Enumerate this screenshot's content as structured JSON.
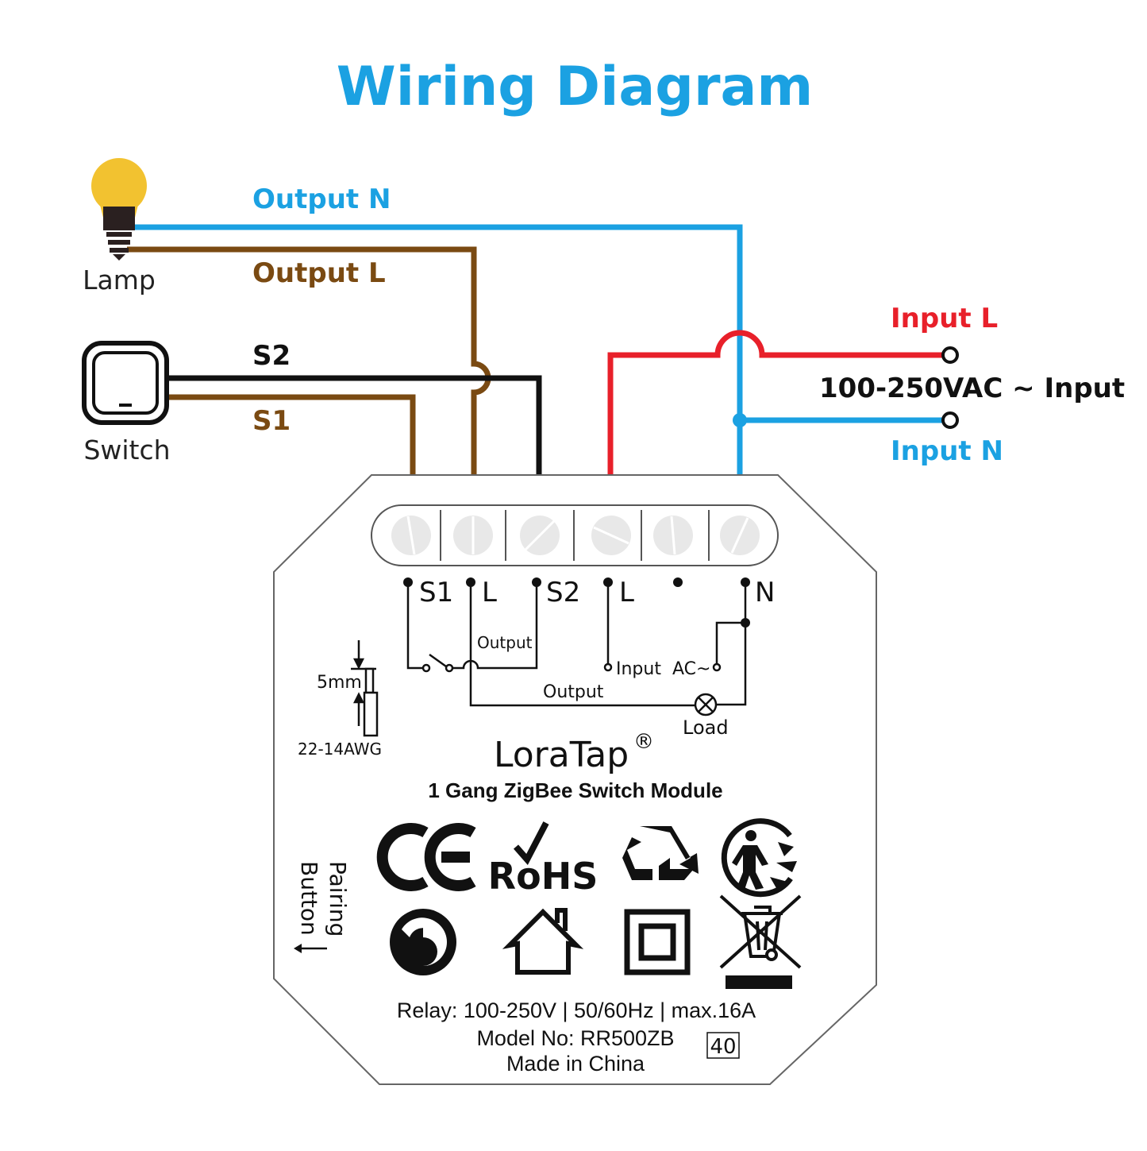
{
  "title": "Wiring Diagram",
  "wires": {
    "output_n": "Output N",
    "output_l": "Output L",
    "s2": "S2",
    "s1": "S1",
    "input_l": "Input L",
    "input_n": "Input N",
    "input_voltage": "100-250VAC ~ Input"
  },
  "devices": {
    "lamp": "Lamp",
    "switch": "Switch"
  },
  "module": {
    "terminals": [
      "S1",
      "L",
      "S2",
      "L",
      "N"
    ],
    "schematic": {
      "output_top": "Output",
      "input_ac": "Input  AC~",
      "output_bottom": "Output",
      "load": "Load"
    },
    "wire_spec": {
      "strip_length": "5mm",
      "gauge": "22-14AWG"
    },
    "brand": "LoraTap",
    "registered_mark": "®",
    "product_name": "1 Gang ZigBee Switch Module",
    "pairing": {
      "line1": "Pairing",
      "line2": "Button"
    },
    "rohs": "RoHS",
    "specs": "Relay: 100-250V | 50/60Hz | max.16A",
    "model": "Model No: RR500ZB",
    "origin": "Made in China",
    "temp_rating": "40"
  },
  "colors": {
    "blue_wire": "#1BA1E2",
    "brown_wire": "#7A4A12",
    "red_wire": "#E8202A",
    "black_wire": "#111111",
    "title_blue": "#1BA1E2",
    "lamp_yellow": "#F2C230"
  }
}
